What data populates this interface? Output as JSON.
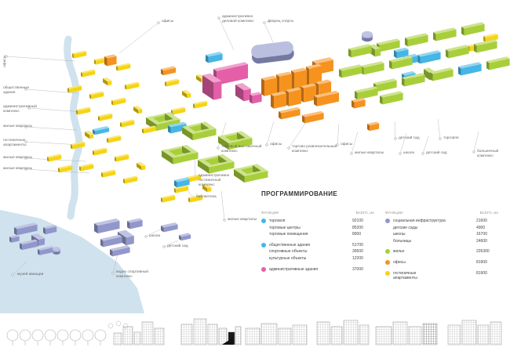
{
  "palette": {
    "blue": "#45b6e6",
    "green": "#a8cf3a",
    "orange": "#f6921e",
    "yellow": "#f6d414",
    "purple": "#9297cb",
    "pink": "#e45fa8",
    "water": "#cfe2ee",
    "label_text": "#666666",
    "facade_grey": "#8a8a8a"
  },
  "plan": {
    "labels": [
      {
        "text": "офисы"
      },
      {
        "text": "административно\nделовой комплекс"
      },
      {
        "text": "Дворец спорта"
      },
      {
        "text": "офисы"
      },
      {
        "text": "общественные\nздания"
      },
      {
        "text": "административный\nкомплекс"
      },
      {
        "text": "жилые кварталы"
      },
      {
        "text": "гостиничные\nапартаменты"
      },
      {
        "text": "жилые кварталы"
      },
      {
        "text": "жилые кварталы"
      },
      {
        "text": "торговый выставочный\nкомплекс"
      },
      {
        "text": "офисы"
      },
      {
        "text": "торгово развлекательный\nкомплекс"
      },
      {
        "text": "офисы"
      },
      {
        "text": "детский сад"
      },
      {
        "text": "жилые кварталы"
      },
      {
        "text": "школа"
      },
      {
        "text": "детский сад"
      },
      {
        "text": "торговля"
      },
      {
        "text": "больничный\nкомплекс"
      },
      {
        "text": "административно\nгостиничный\nкомплекс"
      },
      {
        "text": "библиотека"
      },
      {
        "text": "жилые кварталы"
      },
      {
        "text": "школа"
      },
      {
        "text": "детский сад"
      },
      {
        "text": "водно спортивный\nкомплекс"
      },
      {
        "text": "музей авиации"
      }
    ]
  },
  "legend": {
    "title": "ПРОГРАММИРОВАНИЕ",
    "columns": [
      {
        "header": "ФУНКЦИИ",
        "total_header": "ВСЕГО, м2",
        "rows": [
          {
            "bullet": "blue",
            "label": "торговля",
            "value": "92100"
          },
          {
            "label": "торговые центры",
            "value": "85200"
          },
          {
            "label": "торговые помещения",
            "value": "8900"
          },
          {
            "spacer": true
          },
          {
            "bullet": "blue",
            "label": "общественные здания",
            "value": "51700"
          },
          {
            "label": "спортивные объекты",
            "value": "39500"
          },
          {
            "label": "культурные объекты",
            "value": "12200"
          },
          {
            "spacer": true
          },
          {
            "bullet": "pink",
            "label": "административные здания",
            "value": "37000"
          }
        ]
      },
      {
        "header": "ФУНКЦИИ",
        "total_header": "ВСЕГО, м2",
        "rows": [
          {
            "bullet": "purple",
            "label": "социальная инфраструктура",
            "value": "21600"
          },
          {
            "label": "детские сады",
            "value": "4900"
          },
          {
            "label": "школы",
            "value": "16700"
          },
          {
            "label": "больницы",
            "value": "24600"
          },
          {
            "spacer": true
          },
          {
            "bullet": "green",
            "label": "жилье",
            "value": "226300"
          },
          {
            "spacer": true
          },
          {
            "bullet": "orange",
            "label": "офисы",
            "value": "81900"
          },
          {
            "spacer": true
          },
          {
            "bullet": "yellow",
            "label": "гостиничные\nапартаменты",
            "value": "81900"
          }
        ]
      }
    ]
  }
}
